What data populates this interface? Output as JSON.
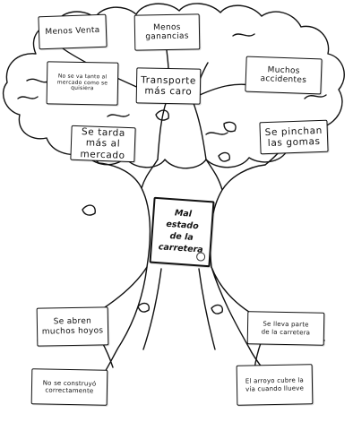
{
  "diagram": {
    "root_problem": [
      "Mal estado",
      "de la",
      "carretera"
    ],
    "effects": [
      {
        "id": "menos_venta",
        "lines": [
          "Menos Venta"
        ]
      },
      {
        "id": "menos_ganancias",
        "lines": [
          "Menos",
          "ganancias"
        ]
      },
      {
        "id": "no_se_va",
        "lines": [
          "No se va tanto al",
          "mercado como se",
          "quisiera"
        ]
      },
      {
        "id": "transporte",
        "lines": [
          "Transporte",
          "más caro"
        ]
      },
      {
        "id": "muchos_accidentes",
        "lines": [
          "Muchos",
          "accidentes"
        ]
      },
      {
        "id": "se_tarda",
        "lines": [
          "Se tarda",
          "más al",
          "mercado"
        ]
      },
      {
        "id": "se_pinchan",
        "lines": [
          "Se pinchan",
          "las gomas"
        ]
      }
    ],
    "causes": [
      {
        "id": "se_abren",
        "lines": [
          "Se abren",
          "muchos hoyos"
        ]
      },
      {
        "id": "se_lleva",
        "lines": [
          "Se lleva parte",
          "de la carretera"
        ]
      },
      {
        "id": "no_construyo",
        "lines": [
          "No se construyó",
          "correctamente"
        ]
      },
      {
        "id": "arroyo",
        "lines": [
          "El arroyo cubre la",
          "vía cuando llueve"
        ]
      }
    ]
  }
}
